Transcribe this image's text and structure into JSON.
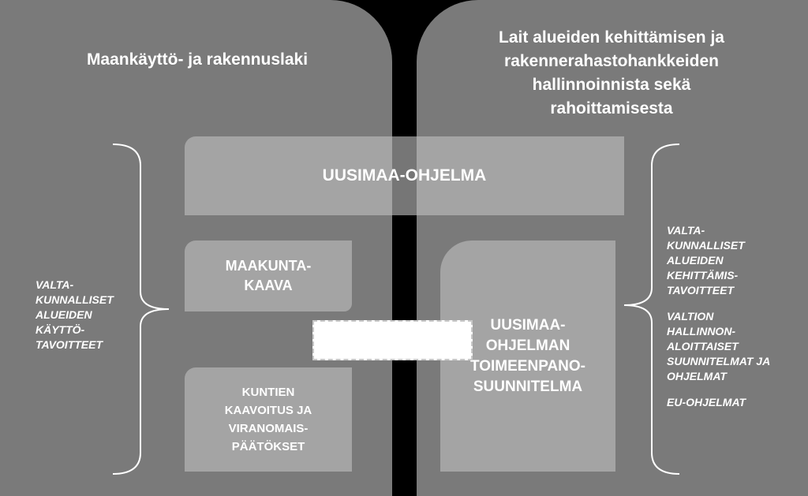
{
  "left": {
    "heading": "Maankäyttö- ja rakennuslaki",
    "side_text": [
      "VALTA-",
      "KUNNALLISET",
      "ALUEIDEN",
      "KÄYTTÖ-",
      "TAVOITTEET"
    ]
  },
  "right": {
    "heading": [
      "Lait alueiden kehittämisen ja",
      "rakennerahastohankkeiden",
      "hallinnoinnista sekä",
      "rahoittamisesta"
    ],
    "side_groups": [
      [
        "VALTA-",
        "KUNNALLISET",
        "ALUEIDEN",
        "KEHITTÄMIS-",
        "TAVOITTEET"
      ],
      [
        "VALTION",
        "HALLINNON-",
        "ALOITTAISET",
        "SUUNNITELMAT JA",
        "OHJELMAT"
      ],
      [
        "EU-OHJELMAT"
      ]
    ]
  },
  "boxes": {
    "program": "UUSIMAA-OHJELMA",
    "regional_plan": [
      "MAAKUNTA-",
      "KAAVA"
    ],
    "municipal": [
      "KUNTIEN",
      "KAAVOITUS JA",
      "VIRANOMAIS-",
      "PÄÄTÖKSET"
    ],
    "implementation": [
      "UUSIMAA-",
      "OHJELMAN",
      "TOIMEENPANO-",
      "SUUNNITELMA"
    ]
  }
}
